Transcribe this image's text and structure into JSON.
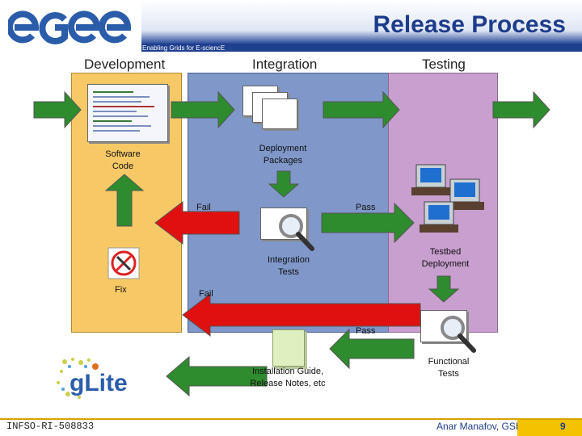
{
  "header": {
    "title": "Release Process",
    "tagline": "Enabling Grids for E-sciencE",
    "logo_text": "egee"
  },
  "columns": {
    "development": "Development",
    "integration": "Integration",
    "testing": "Testing"
  },
  "labels": {
    "software_code": "Software\nCode",
    "deployment_packages": "Deployment\nPackages",
    "fail_top": "Fail",
    "pass_top": "Pass",
    "integration_tests": "Integration\nTests",
    "testbed_deployment": "Testbed\nDeployment",
    "fix": "Fix",
    "fail_bottom": "Fail",
    "pass_bottom": "Pass",
    "installation_guide": "Installation Guide,\nRelease Notes, etc",
    "functional_tests": "Functional\nTests"
  },
  "logos": {
    "glite": "gLite"
  },
  "footer": {
    "project_id": "INFSO-RI-508833",
    "author": "Anar Manafov, GSI",
    "page": "9"
  },
  "colors": {
    "green_arrow": "#2e8b2e",
    "red_arrow": "#e01010",
    "dev_column": "#f7c966",
    "int_column": "#7f97c9",
    "test_column": "#c89fcf",
    "title": "#1e3c8c"
  }
}
